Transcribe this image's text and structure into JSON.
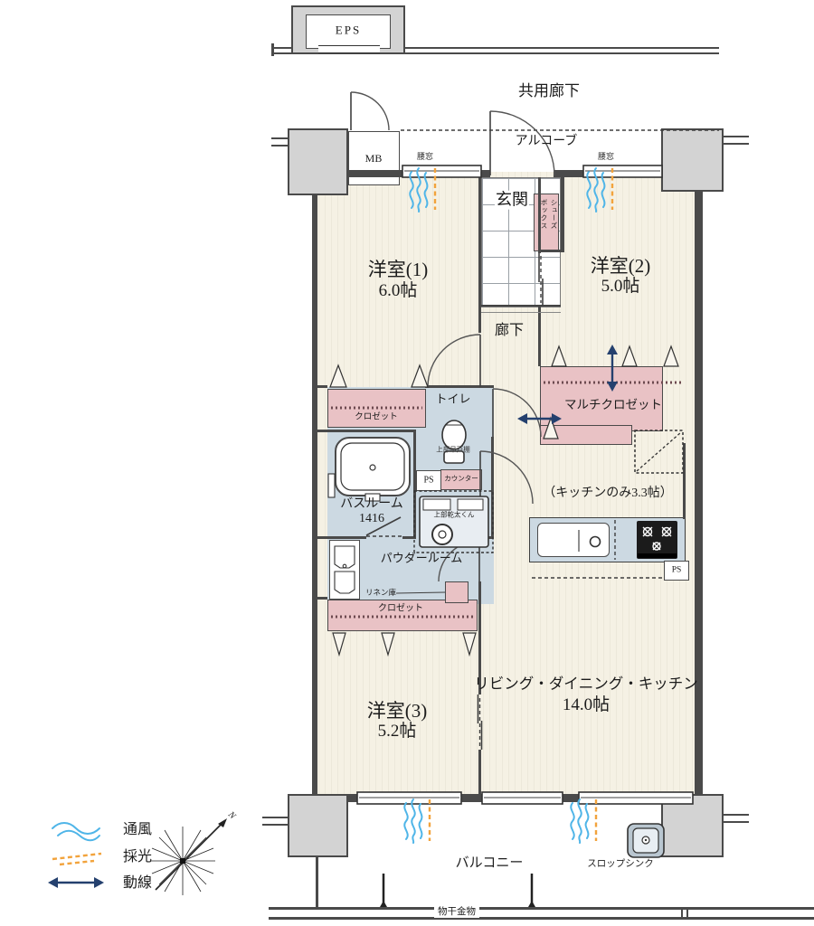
{
  "colors": {
    "floor": "#f5f1e4",
    "accent_pink": "#e9c2c5",
    "accent_blue": "#ccd9e2",
    "wall": "#4a4a4a",
    "pillar": "#d3d3d3",
    "flow_navy": "#24406e",
    "vent_blue": "#4fb5e8",
    "light_orange": "#f2a33c"
  },
  "common_area": {
    "eps": "EPS",
    "corridor": "共用廊下",
    "alcove": "アルコーブ",
    "mb": "MB",
    "window_label": "腰窓"
  },
  "entrance": {
    "genkan": "玄関",
    "shoes_line1": "シューズ",
    "shoes_line2": "ボックス"
  },
  "rooms": {
    "room1": {
      "name": "洋室(1)",
      "size": "6.0帖"
    },
    "room2": {
      "name": "洋室(2)",
      "size": "5.0帖"
    },
    "room3": {
      "name": "洋室(3)",
      "size": "5.2帖"
    },
    "ldk": {
      "name": "リビング・ダイニング・キッチン",
      "size": "14.0帖"
    },
    "kitchen_note": "（キッチンのみ3.3帖）",
    "hallway": "廊下",
    "toilet": "トイレ",
    "toilet_shelf_note": "上部吊戸棚",
    "counter": "カウンター",
    "ps1": "PS",
    "ps2": "PS",
    "bathroom": {
      "name": "バスルーム",
      "size": "1416"
    },
    "dryer_note": "上部乾太くん",
    "powder_room": "パウダールーム",
    "linen": "リネン庫",
    "closet_upper": "クロゼット",
    "closet_lower": "クロゼット",
    "multi_closet": "マルチクロゼット"
  },
  "balcony": {
    "name": "バルコニー",
    "slop_sink": "スロップシンク",
    "laundry_fitting": "物干金物"
  },
  "legend": {
    "vent": "通風",
    "light": "採光",
    "flow": "動線",
    "north": "N"
  }
}
